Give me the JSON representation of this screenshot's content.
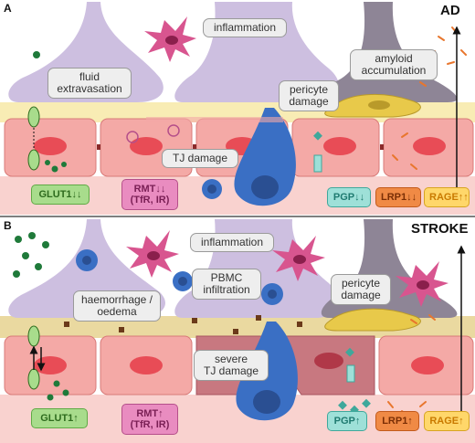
{
  "panels": {
    "ad": {
      "letter": "A",
      "condition": "AD",
      "labels": {
        "inflammation": "inflammation",
        "fluid_line1": "fluid",
        "fluid_line2": "extravasation",
        "amyloid_line1": "amyloid",
        "amyloid_line2": "accumulation",
        "pericyte_line1": "pericyte",
        "pericyte_line2": "damage",
        "tj": "TJ damage"
      },
      "transporters": {
        "glut1": "GLUT1↓↓",
        "rmt_line1": "RMT↓↓",
        "rmt_line2": "(TfR, IR)",
        "pgp": "PGP↓↓",
        "lrp1": "LRP1↓↓",
        "rage": "RAGE↑↑"
      }
    },
    "stroke": {
      "letter": "B",
      "condition": "STROKE",
      "labels": {
        "inflammation": "inflammation",
        "pbmc_line1": "PBMC",
        "pbmc_line2": "infiltration",
        "haem_line1": "haemorrhage /",
        "haem_line2": "oedema",
        "pericyte_line1": "pericyte",
        "pericyte_line2": "damage",
        "tj_line1": "severe",
        "tj_line2": "TJ damage"
      },
      "transporters": {
        "glut1": "GLUT1↑",
        "rmt_line1": "RMT↑",
        "rmt_line2": "(TfR, IR)",
        "pgp": "PGP↑",
        "lrp1": "LRP1↑",
        "rage": "RAGE↑"
      }
    }
  },
  "colors": {
    "astrocyte": "#cdbfe0",
    "microglia": "#d8558f",
    "endothelium": "#f4a9a6",
    "nucleus": "#e84c56",
    "pericyte": "#e8c94a",
    "basement_membrane": "#f8ecb4",
    "lumen": "#f9d2cf",
    "monocyte": "#3a6fc4",
    "glucose": "#1f7a3a",
    "amyloid": "#e8762d",
    "damage_zone": "#7a4a5a"
  }
}
